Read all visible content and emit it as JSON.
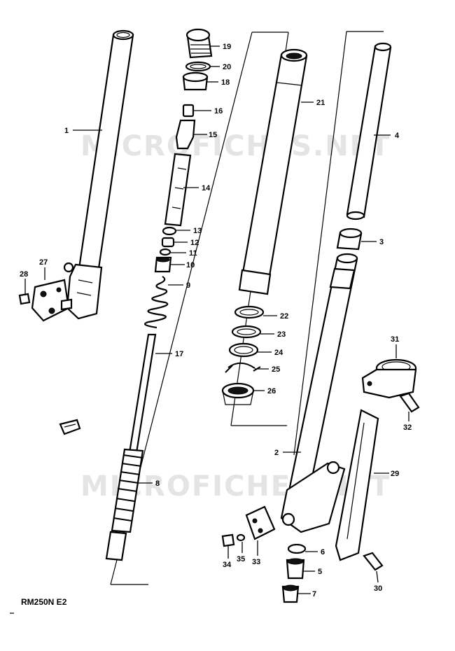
{
  "watermark": {
    "text": "MICROFICHES.NET"
  },
  "reference": {
    "code": "RM250N E2"
  },
  "callouts": [
    "1",
    "2",
    "3",
    "4",
    "5",
    "6",
    "7",
    "8",
    "9",
    "10",
    "11",
    "12",
    "13",
    "14",
    "15",
    "16",
    "17",
    "18",
    "19",
    "20",
    "21",
    "22",
    "23",
    "24",
    "25",
    "26",
    "27",
    "28",
    "29",
    "30",
    "31",
    "32",
    "33",
    "34",
    "35"
  ],
  "colors": {
    "line": "#000000",
    "background": "#ffffff",
    "watermark": "#e4e4e4"
  }
}
